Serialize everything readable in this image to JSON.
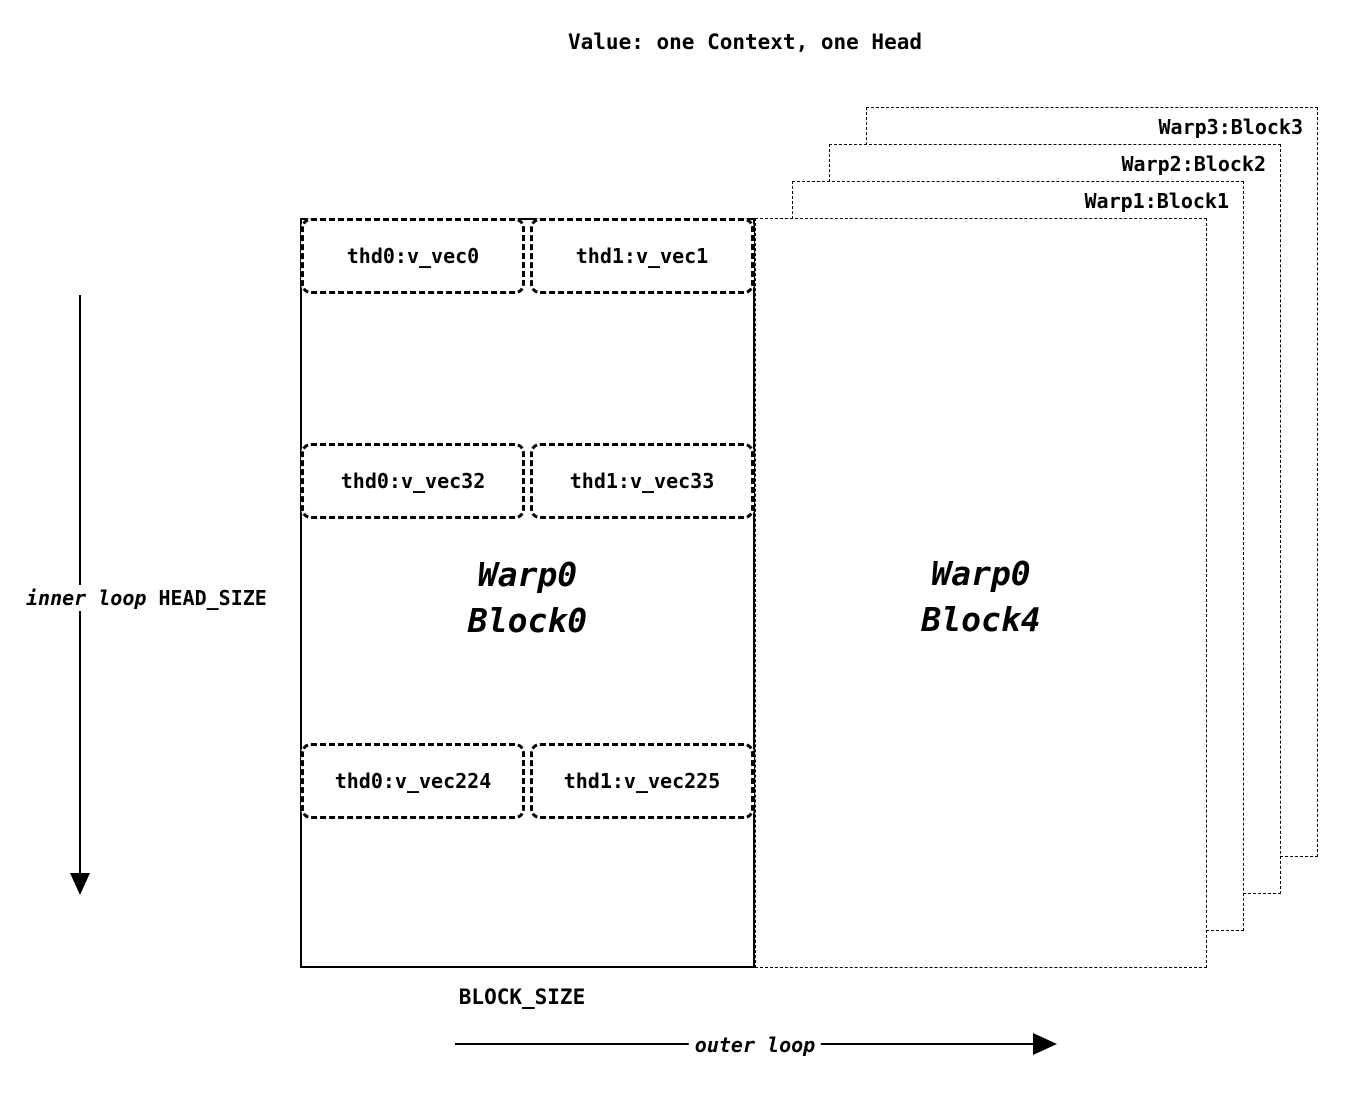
{
  "title": "Value: one Context, one Head",
  "back_panels": [
    {
      "label": "Warp3:Block3"
    },
    {
      "label": "Warp2:Block2"
    },
    {
      "label": "Warp1:Block1"
    }
  ],
  "front_panel": {
    "label_line1": "Warp0",
    "label_line2": "Block4"
  },
  "main_block": {
    "label_line1": "Warp0",
    "label_line2": "Block0",
    "rows": [
      {
        "left": "thd0:v_vec0",
        "right": "thd1:v_vec1"
      },
      {
        "left": "thd0:v_vec32",
        "right": "thd1:v_vec33"
      },
      {
        "left": "thd0:v_vec224",
        "right": "thd1:v_vec225"
      }
    ]
  },
  "axis_labels": {
    "inner_loop": "inner loop",
    "head_size": "HEAD_SIZE",
    "block_size": "BLOCK_SIZE",
    "outer_loop": "outer loop"
  }
}
